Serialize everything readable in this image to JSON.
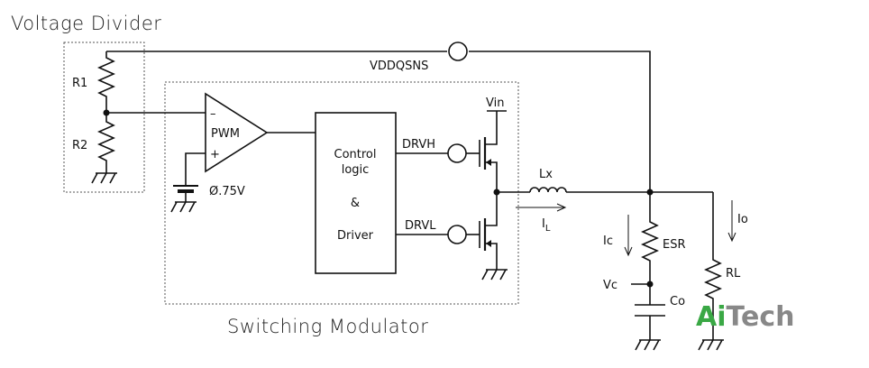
{
  "labels": {
    "voltage_divider": "Voltage Divider",
    "switching_modulator": "Switching Modulator",
    "vddqsns": "VDDQSNS",
    "r1": "R1",
    "r2": "R2",
    "minus": "–",
    "pwm": "PWM",
    "plus": "+",
    "vref": "Ø.75V",
    "control_line1": "Control",
    "control_line2": "logic",
    "control_amp": "&",
    "control_line3": "Driver",
    "drvh": "DRVH",
    "drvl": "DRVL",
    "vin": "Vin",
    "lx": "Lx",
    "il_main": "I",
    "il_sub": "L",
    "ic": "Ic",
    "esr": "ESR",
    "vc": "Vc",
    "co": "Co",
    "io": "Io",
    "rl": "RL"
  },
  "brand": {
    "part1": "Ai",
    "part2": "Tech",
    "color_primary": "#3aa845",
    "color_secondary": "#888888"
  }
}
